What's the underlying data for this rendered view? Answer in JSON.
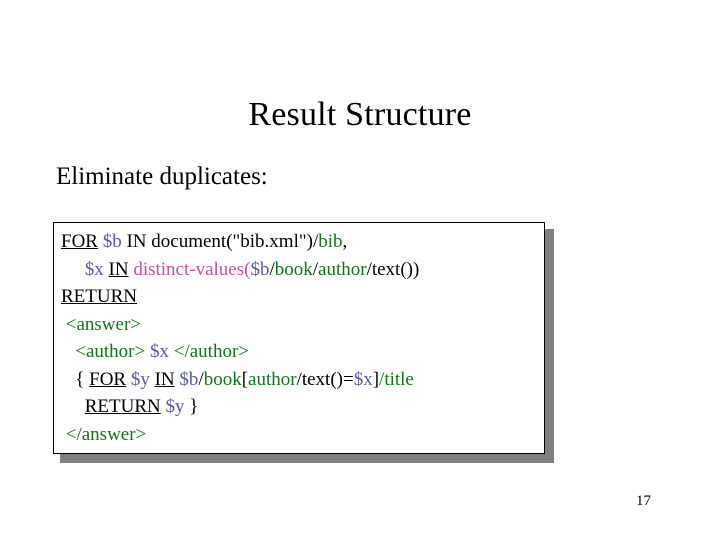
{
  "slide": {
    "title": "Result Structure",
    "subtitle": "Eliminate duplicates:",
    "page_number": "17"
  },
  "colors": {
    "plain": "#000000",
    "keyword": "#000000",
    "variable": "#5a5a9c",
    "element": "#15731f",
    "function": "#cc4fa4",
    "box_border": "#000000",
    "box_background": "#ffffff",
    "box_shadow": "#808080",
    "page_background": "#ffffff"
  },
  "code_block": {
    "language": "XQuery",
    "plain_text": "FOR $b IN document(\"bib.xml\")/bib,\n     $x IN distinct-values($b/book/author/text())\nRETURN\n <answer>\n   <author> $x </author>\n   { FOR $y IN $b/book[author/text()=$x]/title\n     RETURN $y }\n </answer>",
    "lines": [
      {
        "id": "line-1",
        "tokens": [
          {
            "text": "FOR",
            "kind": "kw"
          },
          {
            "text": " ",
            "kind": "plain"
          },
          {
            "text": "$b",
            "kind": "var"
          },
          {
            "text": " IN document(\"bib.xml\")/",
            "kind": "plain"
          },
          {
            "text": "bib",
            "kind": "elem"
          },
          {
            "text": ",",
            "kind": "plain"
          }
        ]
      },
      {
        "id": "line-2",
        "tokens": [
          {
            "text": "     ",
            "kind": "plain"
          },
          {
            "text": "$x",
            "kind": "var"
          },
          {
            "text": " ",
            "kind": "plain"
          },
          {
            "text": "IN",
            "kind": "kw"
          },
          {
            "text": " ",
            "kind": "plain"
          },
          {
            "text": "distinct-values(",
            "kind": "func"
          },
          {
            "text": "$b",
            "kind": "var"
          },
          {
            "text": "/",
            "kind": "plain"
          },
          {
            "text": "book",
            "kind": "elem"
          },
          {
            "text": "/",
            "kind": "plain"
          },
          {
            "text": "author",
            "kind": "elem"
          },
          {
            "text": "/text())",
            "kind": "plain"
          }
        ]
      },
      {
        "id": "line-3",
        "tokens": [
          {
            "text": "RETURN",
            "kind": "kw"
          }
        ]
      },
      {
        "id": "line-4",
        "tokens": [
          {
            "text": " ",
            "kind": "plain"
          },
          {
            "text": "<answer>",
            "kind": "elem"
          }
        ]
      },
      {
        "id": "line-5",
        "tokens": [
          {
            "text": "   ",
            "kind": "plain"
          },
          {
            "text": "<author>",
            "kind": "elem"
          },
          {
            "text": " ",
            "kind": "plain"
          },
          {
            "text": "$x",
            "kind": "var"
          },
          {
            "text": " ",
            "kind": "plain"
          },
          {
            "text": "</author>",
            "kind": "elem"
          }
        ]
      },
      {
        "id": "line-6",
        "tokens": [
          {
            "text": "   { ",
            "kind": "plain"
          },
          {
            "text": "FOR",
            "kind": "kw"
          },
          {
            "text": " ",
            "kind": "plain"
          },
          {
            "text": "$y",
            "kind": "var"
          },
          {
            "text": " ",
            "kind": "plain"
          },
          {
            "text": "IN",
            "kind": "kw"
          },
          {
            "text": " ",
            "kind": "plain"
          },
          {
            "text": "$b",
            "kind": "var"
          },
          {
            "text": "/",
            "kind": "plain"
          },
          {
            "text": "book",
            "kind": "elem"
          },
          {
            "text": "[",
            "kind": "plain"
          },
          {
            "text": "author",
            "kind": "elem"
          },
          {
            "text": "/text()=",
            "kind": "plain"
          },
          {
            "text": "$x",
            "kind": "var"
          },
          {
            "text": "]",
            "kind": "plain"
          },
          {
            "text": "/",
            "kind": "elem"
          },
          {
            "text": "title",
            "kind": "elem"
          }
        ]
      },
      {
        "id": "line-7",
        "tokens": [
          {
            "text": "     ",
            "kind": "plain"
          },
          {
            "text": "RETURN",
            "kind": "kw"
          },
          {
            "text": " ",
            "kind": "plain"
          },
          {
            "text": "$y",
            "kind": "var"
          },
          {
            "text": " }",
            "kind": "plain"
          }
        ]
      },
      {
        "id": "line-8",
        "tokens": [
          {
            "text": " ",
            "kind": "plain"
          },
          {
            "text": "</answer>",
            "kind": "elem"
          }
        ]
      }
    ]
  }
}
